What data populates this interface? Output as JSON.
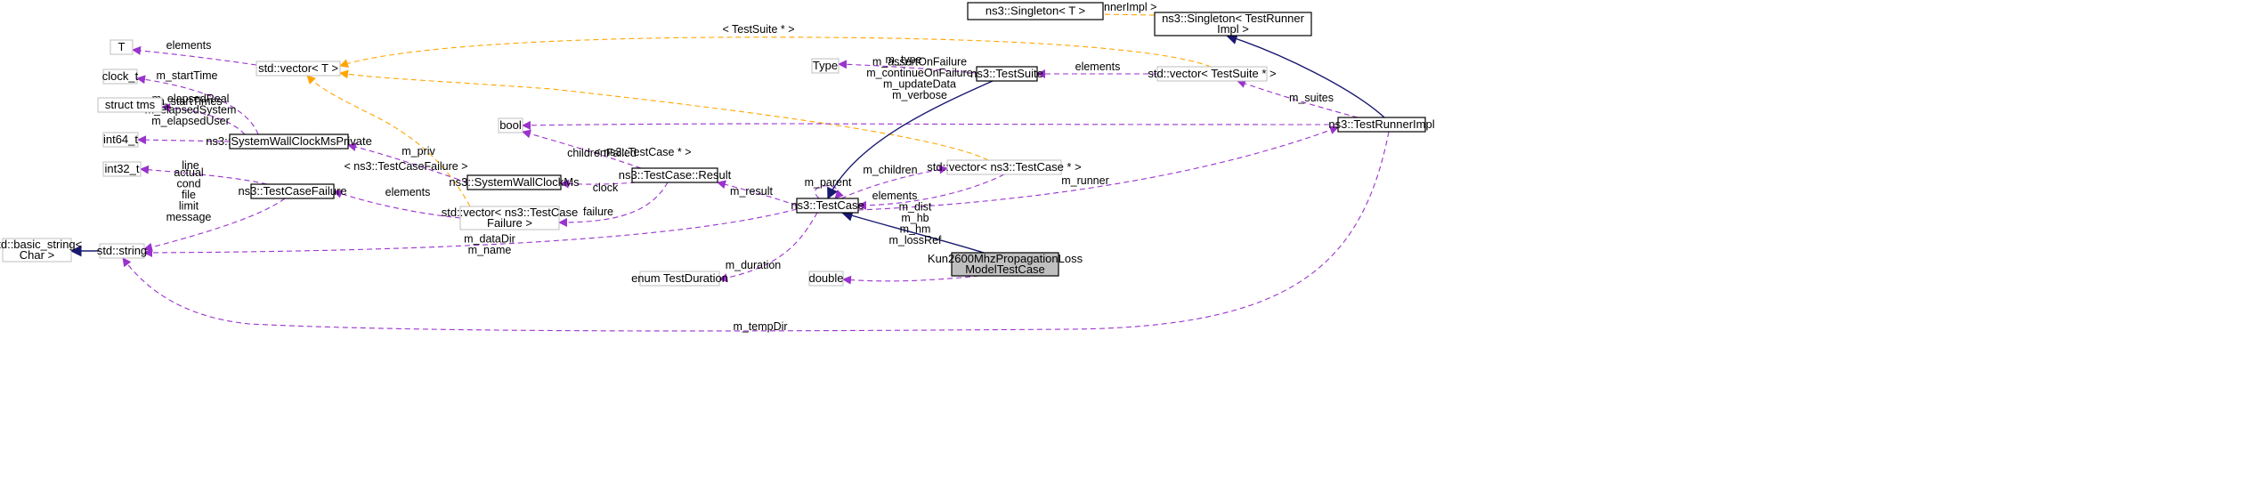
{
  "diagram": {
    "colors": {
      "usage": "#9a32cd",
      "template": "#ffa500",
      "inheritance": "#191970",
      "focus_fill": "#bfbfbf"
    },
    "nodes": [
      {
        "id": "singleton_t",
        "lines": [
          "ns3::Singleton< T >"
        ],
        "style": "bold"
      },
      {
        "id": "singleton_tr",
        "lines": [
          "ns3::Singleton< TestRunner",
          "Impl >"
        ],
        "style": "bold"
      },
      {
        "id": "t",
        "lines": [
          "T"
        ],
        "style": "gray"
      },
      {
        "id": "clock_t",
        "lines": [
          "clock_t"
        ],
        "style": "gray"
      },
      {
        "id": "struct_tms",
        "lines": [
          "struct tms"
        ],
        "style": "gray"
      },
      {
        "id": "int64",
        "lines": [
          "int64_t"
        ],
        "style": "gray"
      },
      {
        "id": "int32",
        "lines": [
          "int32_t"
        ],
        "style": "gray"
      },
      {
        "id": "basic_string",
        "lines": [
          "std::basic_string<",
          "Char >"
        ],
        "style": "gray"
      },
      {
        "id": "std_string",
        "lines": [
          "std::string"
        ],
        "style": "gray"
      },
      {
        "id": "vector_t",
        "lines": [
          "std::vector< T >"
        ],
        "style": "gray"
      },
      {
        "id": "swcm_private",
        "lines": [
          "ns3::SystemWallClockMsPrivate"
        ],
        "style": "bold"
      },
      {
        "id": "swcm",
        "lines": [
          "ns3::SystemWallClockMs"
        ],
        "style": "bold"
      },
      {
        "id": "tcf",
        "lines": [
          "ns3::TestCaseFailure"
        ],
        "style": "bold"
      },
      {
        "id": "vector_tcf",
        "lines": [
          "std::vector< ns3::TestCase",
          "Failure >"
        ],
        "style": "gray"
      },
      {
        "id": "bool",
        "lines": [
          "bool"
        ],
        "style": "gray"
      },
      {
        "id": "result",
        "lines": [
          "ns3::TestCase::Result"
        ],
        "style": "bold"
      },
      {
        "id": "type",
        "lines": [
          "Type"
        ],
        "style": "gray"
      },
      {
        "id": "testsuite",
        "lines": [
          "ns3::TestSuite"
        ],
        "style": "bold"
      },
      {
        "id": "vector_ts",
        "lines": [
          "std::vector< TestSuite * >"
        ],
        "style": "gray"
      },
      {
        "id": "vector_tc",
        "lines": [
          "std::vector< ns3::TestCase * >"
        ],
        "style": "gray"
      },
      {
        "id": "testcase",
        "lines": [
          "ns3::TestCase"
        ],
        "style": "bold"
      },
      {
        "id": "enum_td",
        "lines": [
          "enum TestDuration"
        ],
        "style": "gray"
      },
      {
        "id": "double",
        "lines": [
          "double"
        ],
        "style": "gray"
      },
      {
        "id": "kun",
        "lines": [
          "Kun2600MhzPropagationLoss",
          "ModelTestCase"
        ],
        "style": "focus"
      },
      {
        "id": "testrunner",
        "lines": [
          "ns3::TestRunnerImpl"
        ],
        "style": "bold"
      }
    ],
    "edges": [
      {
        "id": "e-tri",
        "kind": "template",
        "label": [
          "< TestRunnerImpl >"
        ]
      },
      {
        "id": "e-singleton-runner",
        "kind": "inherit",
        "label": []
      },
      {
        "id": "e-elements-t",
        "kind": "usage",
        "label": [
          "elements"
        ]
      },
      {
        "id": "e-testsuite-star",
        "kind": "template",
        "label": [
          "< TestSuite * >"
        ]
      },
      {
        "id": "e-clock",
        "kind": "usage",
        "label": [
          "m_startTime"
        ]
      },
      {
        "id": "e-tms",
        "kind": "usage",
        "label": [
          "m_startTimes"
        ]
      },
      {
        "id": "e-int64",
        "kind": "usage",
        "label": [
          "m_elapsedReal",
          "m_elapsedSystem",
          "m_elapsedUser"
        ]
      },
      {
        "id": "e-priv",
        "kind": "usage",
        "label": [
          "m_priv"
        ]
      },
      {
        "id": "e-tcfail-tmpl",
        "kind": "template",
        "label": [
          "< ns3::TestCaseFailure >"
        ]
      },
      {
        "id": "e-testcase-star",
        "kind": "template",
        "label": [
          "< ns3::TestCase * >"
        ]
      },
      {
        "id": "e-type",
        "kind": "usage",
        "label": [
          "m_type"
        ]
      },
      {
        "id": "e-ts-elements",
        "kind": "usage",
        "label": [
          "elements"
        ]
      },
      {
        "id": "e-suites",
        "kind": "usage",
        "label": [
          "m_suites"
        ]
      },
      {
        "id": "e-bool",
        "kind": "usage",
        "label": [
          "m_assertOnFailure",
          "m_continueOnFailure",
          "m_updateData",
          "m_verbose"
        ]
      },
      {
        "id": "e-childfailed",
        "kind": "usage",
        "label": [
          "childrenFailed"
        ]
      },
      {
        "id": "e-clockedge",
        "kind": "usage",
        "label": [
          "clock"
        ]
      },
      {
        "id": "e-line",
        "kind": "usage",
        "label": [
          "line"
        ]
      },
      {
        "id": "e-tcf-elements",
        "kind": "usage",
        "label": [
          "elements"
        ]
      },
      {
        "id": "e-failure",
        "kind": "usage",
        "label": [
          "failure"
        ]
      },
      {
        "id": "e-strfields",
        "kind": "usage",
        "label": [
          "actual",
          "cond",
          "file",
          "limit",
          "message"
        ]
      },
      {
        "id": "e-basicstring",
        "kind": "inherit",
        "label": []
      },
      {
        "id": "e-result",
        "kind": "usage",
        "label": [
          "m_result"
        ]
      },
      {
        "id": "e-parent",
        "kind": "usage",
        "label": [
          "m_parent"
        ]
      },
      {
        "id": "e-children",
        "kind": "usage",
        "label": [
          "m_children"
        ]
      },
      {
        "id": "e-tc-elements",
        "kind": "usage",
        "label": [
          "elements"
        ]
      },
      {
        "id": "e-suite-inherit",
        "kind": "inherit",
        "label": []
      },
      {
        "id": "e-runner",
        "kind": "usage",
        "label": [
          "m_runner"
        ]
      },
      {
        "id": "e-datadir",
        "kind": "usage",
        "label": [
          "m_dataDir",
          "m_name"
        ]
      },
      {
        "id": "e-duration",
        "kind": "usage",
        "label": [
          "m_duration"
        ]
      },
      {
        "id": "e-kun-inherit",
        "kind": "inherit",
        "label": []
      },
      {
        "id": "e-double",
        "kind": "usage",
        "label": [
          "m_dist",
          "m_hb",
          "m_hm",
          "m_lossRef"
        ]
      },
      {
        "id": "e-tempdir",
        "kind": "usage",
        "label": [
          "m_tempDir"
        ]
      }
    ]
  }
}
